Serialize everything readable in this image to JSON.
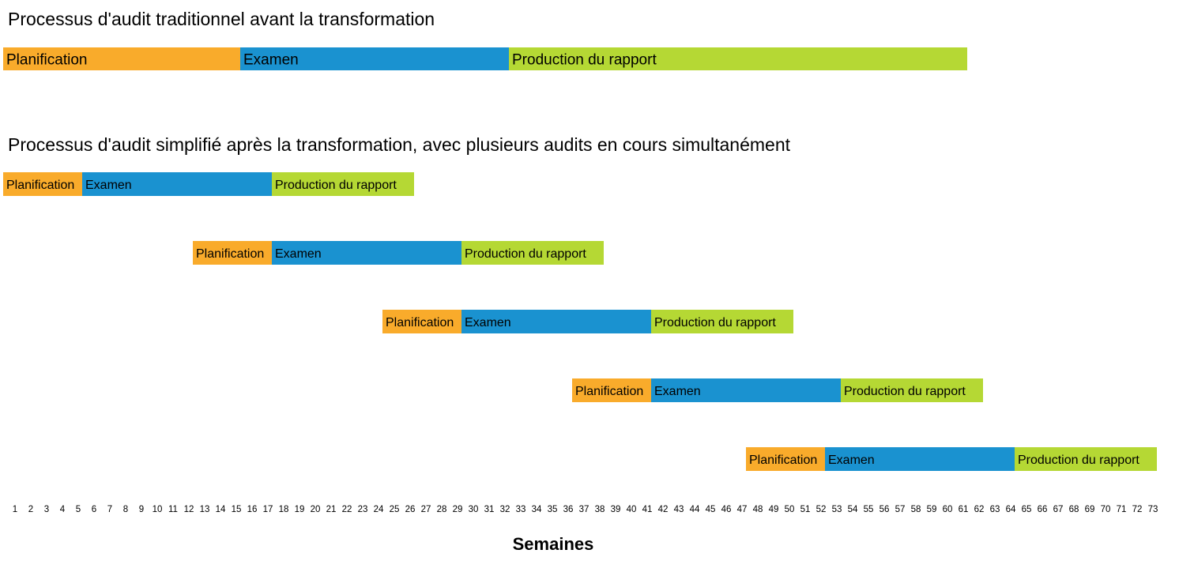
{
  "chart_data": {
    "type": "gantt",
    "unit": "semaines",
    "xlabel": "Semaines",
    "ticks": [
      1,
      2,
      3,
      4,
      5,
      6,
      7,
      8,
      9,
      10,
      11,
      12,
      13,
      14,
      15,
      16,
      17,
      18,
      19,
      20,
      21,
      22,
      23,
      24,
      25,
      26,
      27,
      28,
      29,
      30,
      31,
      32,
      33,
      34,
      35,
      36,
      37,
      38,
      39,
      40,
      41,
      42,
      43,
      44,
      45,
      46,
      47,
      48,
      49,
      50,
      51,
      52,
      53,
      54,
      55,
      56,
      57,
      58,
      59,
      60,
      61,
      62,
      63,
      64,
      65,
      66,
      67,
      68,
      69,
      70,
      71,
      72,
      73
    ],
    "colors": {
      "Planification": "#F9AB2B",
      "Examen": "#1A92D0",
      "Production du rapport": "#B5D834"
    },
    "charts": [
      {
        "title": "Processus d'audit traditionnel avant la transformation",
        "rows": [
          {
            "tasks": [
              {
                "label": "Planification",
                "start": 1,
                "end": 16
              },
              {
                "label": "Examen",
                "start": 16,
                "end": 33
              },
              {
                "label": "Production du rapport",
                "start": 33,
                "end": 62
              }
            ]
          }
        ]
      },
      {
        "title": "Processus d'audit simplifié après la transformation, avec plusieurs audits en cours simultanément",
        "rows": [
          {
            "tasks": [
              {
                "label": "Planification",
                "start": 1,
                "end": 6
              },
              {
                "label": "Examen",
                "start": 6,
                "end": 18
              },
              {
                "label": "Production du rapport",
                "start": 18,
                "end": 27
              }
            ]
          },
          {
            "tasks": [
              {
                "label": "Planification",
                "start": 13,
                "end": 18
              },
              {
                "label": "Examen",
                "start": 18,
                "end": 30
              },
              {
                "label": "Production du rapport",
                "start": 30,
                "end": 39
              }
            ]
          },
          {
            "tasks": [
              {
                "label": "Planification",
                "start": 25,
                "end": 30
              },
              {
                "label": "Examen",
                "start": 30,
                "end": 42
              },
              {
                "label": "Production du rapport",
                "start": 42,
                "end": 51
              }
            ]
          },
          {
            "tasks": [
              {
                "label": "Planification",
                "start": 37,
                "end": 42
              },
              {
                "label": "Examen",
                "start": 42,
                "end": 54
              },
              {
                "label": "Production du rapport",
                "start": 54,
                "end": 63
              }
            ]
          },
          {
            "tasks": [
              {
                "label": "Planification",
                "start": 48,
                "end": 53
              },
              {
                "label": "Examen",
                "start": 53,
                "end": 65
              },
              {
                "label": "Production du rapport",
                "start": 65,
                "end": 74
              }
            ]
          }
        ]
      }
    ]
  }
}
